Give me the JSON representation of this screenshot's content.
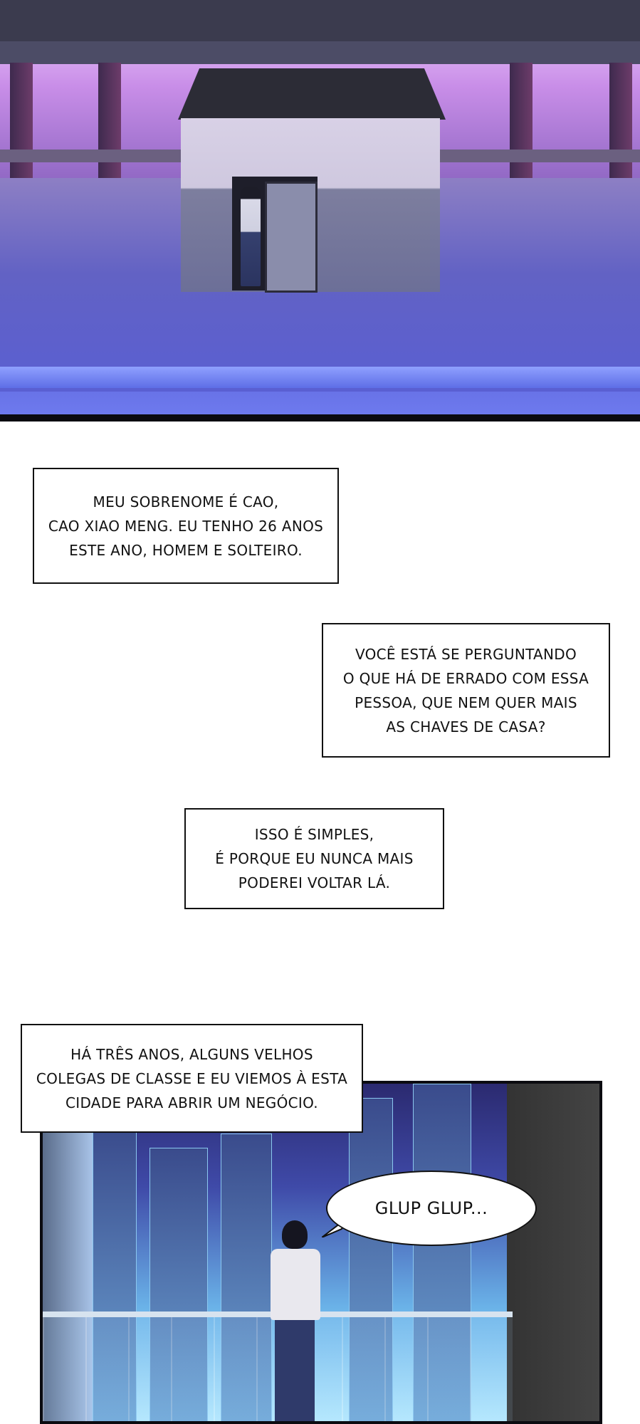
{
  "captions": {
    "c1": "MEU SOBRENOME É CAO,\nCAO XIAO MENG. EU TENHO 26 ANOS\nESTE ANO, HOMEM E SOLTEIRO.",
    "c2": "VOCÊ ESTÁ SE PERGUNTANDO\nO QUE HÁ DE ERRADO COM ESSA\nPESSOA, QUE NEM QUER MAIS\nAS CHAVES DE CASA?",
    "c3": "ISSO É SIMPLES,\nÉ PORQUE EU NUNCA MAIS\nPODEREI VOLTAR LÁ.",
    "c4": "HÁ TRÊS ANOS, ALGUNS VELHOS\nCOLEGAS DE CLASSE E EU VIEMOS À ESTA\nCIDADE PARA ABRIR UM NEGÓCIO."
  },
  "speech": {
    "bubble1": "GLUP GLUP..."
  },
  "colors": {
    "caption_border": "#111111",
    "caption_bg": "#ffffff",
    "page_bg": "#ffffff"
  }
}
